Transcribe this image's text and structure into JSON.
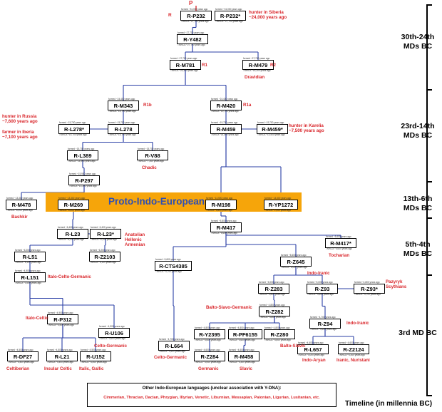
{
  "nodes": [
    {
      "id": "r_p232",
      "label": "R-P232",
      "meta_top": "formed ~31,000 years ago",
      "meta_bot": "TMRCA ~27,700 years ago"
    },
    {
      "id": "r_p232_star",
      "label": "R-P232*",
      "meta_top": "formed ~31,000 years ago",
      "meta_bot": "TMRCA ~27,700 years ago"
    },
    {
      "id": "r_y482",
      "label": "R-Y482",
      "meta_top": "formed ~27,700 years ago",
      "meta_bot": "TMRCA ~27,700 years ago"
    },
    {
      "id": "r_m781",
      "label": "R-M781",
      "meta_top": "formed ~27,700 years ago",
      "meta_bot": "TMRCA ~24,300 years ago"
    },
    {
      "id": "r_m479",
      "label": "R-M479",
      "meta_top": "formed ~27,700 years ago",
      "meta_bot": "TMRCA ~16,300 years ago"
    },
    {
      "id": "r_m343",
      "label": "R-M343",
      "meta_top": "formed ~24,400 years ago",
      "meta_bot": "TMRCA ~15,700 years ago"
    },
    {
      "id": "r_m420",
      "label": "R-M420",
      "meta_top": "formed ~24,400 years ago",
      "meta_bot": "TMRCA ~19,700 years ago"
    },
    {
      "id": "r_l278_star",
      "label": "R-L278*",
      "meta_top": "formed ~15,700 years ago",
      "meta_bot": "TMRCA ~15,700 years ago"
    },
    {
      "id": "r_l278",
      "label": "R-L278",
      "meta_top": "formed ~15,700 years ago",
      "meta_bot": "TMRCA ~15,700 years ago"
    },
    {
      "id": "r_m459",
      "label": "R-M459",
      "meta_top": "formed ~19,700 years ago",
      "meta_bot": "TMRCA ~14,500 years ago"
    },
    {
      "id": "r_m459_star",
      "label": "R-M459*",
      "meta_top": "formed ~19,700 years ago",
      "meta_bot": "TMRCA ~14,500 years ago"
    },
    {
      "id": "r_l389",
      "label": "R-L389",
      "meta_top": "formed ~15,700 years ago",
      "meta_bot": "TMRCA ~15,900 years ago"
    },
    {
      "id": "r_v88",
      "label": "R-V88",
      "meta_top": "formed ~15,700 years ago",
      "meta_bot": "TMRCA ~7,300 years ago"
    },
    {
      "id": "r_p297",
      "label": "R-P297",
      "meta_top": "formed ~15,900 years ago",
      "meta_bot": "TMRCA ~13,300 years ago"
    },
    {
      "id": "r_m478",
      "label": "R-M478",
      "meta_top": "formed ~13,300 years ago",
      "meta_bot": "TMRCA ~6,900 years ago"
    },
    {
      "id": "r_m269",
      "label": "R-M269",
      "meta_top": "formed ~13,300 years ago",
      "meta_bot": "TMRCA ~6,400 years ago"
    },
    {
      "id": "r_m198",
      "label": "R-M198",
      "meta_top": "formed ~14,500 years ago",
      "meta_bot": "TMRCA ~5,800 years ago"
    },
    {
      "id": "r_yp1272",
      "label": "R-YP1272",
      "meta_top": "formed ~14,500 years ago",
      "meta_bot": "TMRCA ~2,000 years ago"
    },
    {
      "id": "r_l23",
      "label": "R-L23",
      "meta_top": "formed ~6,400 years ago",
      "meta_bot": "TMRCA ~6,200 years ago"
    },
    {
      "id": "r_l23_star",
      "label": "R-L23*",
      "meta_top": "formed ~6,400 years ago",
      "meta_bot": "TMRCA ~6,200 years ago"
    },
    {
      "id": "r_z2103",
      "label": "R-Z2103",
      "meta_top": "formed ~6,200 years ago",
      "meta_bot": "TMRCA ~5,100 years ago"
    },
    {
      "id": "r_m417",
      "label": "R-M417",
      "meta_top": "formed ~5,800 years ago",
      "meta_bot": "TMRCA ~5,600 years ago"
    },
    {
      "id": "r_m417_star",
      "label": "R-M417*",
      "meta_top": "formed ~5,600 years ago",
      "meta_bot": "TMRCA ~5,600 years ago"
    },
    {
      "id": "r_l51",
      "label": "R-L51",
      "meta_top": "formed ~6,200 years ago",
      "meta_bot": "TMRCA ~6,100 years ago"
    },
    {
      "id": "r_l151",
      "label": "R-L151",
      "meta_top": "formed ~4,900 years ago",
      "meta_bot": "TMRCA ~4,900 years ago"
    },
    {
      "id": "r_cts4385",
      "label": "R-CTS4385",
      "meta_top": "formed ~5,600 years ago",
      "meta_bot": "TMRCA ~4,700 years ago"
    },
    {
      "id": "r_z645",
      "label": "R-Z645",
      "meta_top": "formed ~5,600 years ago",
      "meta_bot": "TMRCA ~5,000 years ago"
    },
    {
      "id": "r_z283",
      "label": "R-Z283",
      "meta_top": "formed ~5,000 years ago",
      "meta_bot": "TMRCA ~4,800 years ago"
    },
    {
      "id": "r_z93",
      "label": "R-Z93",
      "meta_top": "formed ~5,000 years ago",
      "meta_bot": "TMRCA ~4,800 years ago"
    },
    {
      "id": "r_z93_star",
      "label": "R-Z93*",
      "meta_top": "formed ~4,800 years ago",
      "meta_bot": "TMRCA ~4,700 years ago"
    },
    {
      "id": "r_z282",
      "label": "R-Z282",
      "meta_top": "formed ~4,800 years ago",
      "meta_bot": "TMRCA ~4,800 years ago"
    },
    {
      "id": "r_p312",
      "label": "R-P312",
      "meta_top": "formed ~4,900 years ago",
      "meta_bot": "TMRCA ~4,500 years ago"
    },
    {
      "id": "r_z94",
      "label": "R-Z94",
      "meta_top": "formed ~4,700 years ago",
      "meta_bot": "TMRCA ~4,600 years ago"
    },
    {
      "id": "r_u106",
      "label": "R-U106",
      "meta_top": "formed ~4,900 years ago",
      "meta_bot": "TMRCA ~4,600 years ago"
    },
    {
      "id": "r_y2395",
      "label": "R-Y2395",
      "meta_top": "formed ~4,800 years ago",
      "meta_bot": "TMRCA ~4,600 years ago"
    },
    {
      "id": "r_pf6155",
      "label": "R-PF6155",
      "meta_top": "formed ~4,800 years ago",
      "meta_bot": "TMRCA ~4,600 years ago"
    },
    {
      "id": "r_z280",
      "label": "R-Z280",
      "meta_top": "formed ~4,800 years ago",
      "meta_bot": "TMRCA ~4,600 years ago"
    },
    {
      "id": "r_l664",
      "label": "R-L664",
      "meta_top": "formed ~4,700 years ago",
      "meta_bot": "TMRCA ~4,500 years ago"
    },
    {
      "id": "r_df27",
      "label": "R-DF27",
      "meta_top": "formed ~4,500 years ago",
      "meta_bot": "TMRCA ~4,400 years ago"
    },
    {
      "id": "r_l21",
      "label": "R-L21",
      "meta_top": "formed ~4,500 years ago",
      "meta_bot": "TMRCA ~4,400 years ago"
    },
    {
      "id": "r_u152",
      "label": "R-U152",
      "meta_top": "formed ~4,500 years ago",
      "meta_bot": "TMRCA ~4,400 years ago"
    },
    {
      "id": "r_z284",
      "label": "R-Z284",
      "meta_top": "formed ~4,600 years ago",
      "meta_bot": "TMRCA ~4,000 years ago"
    },
    {
      "id": "r_m458",
      "label": "R-M458",
      "meta_top": "formed ~4,600 years ago",
      "meta_bot": "TMRCA ~4,300 years ago"
    },
    {
      "id": "r_l657",
      "label": "R-L657",
      "meta_top": "formed ~4,600 years ago",
      "meta_bot": "TMRCA ~4,000 years ago"
    },
    {
      "id": "r_z2124",
      "label": "R-Z2124",
      "meta_top": "formed ~4,600 years ago",
      "meta_bot": "TMRCA ~4,300 years ago"
    }
  ],
  "labels": [
    {
      "id": "root_p",
      "text": "P"
    },
    {
      "id": "r",
      "text": "R"
    },
    {
      "id": "r1",
      "text": "R1"
    },
    {
      "id": "r2",
      "text": "R2"
    },
    {
      "id": "r1b",
      "text": "R1b"
    },
    {
      "id": "r1a",
      "text": "R1a"
    },
    {
      "id": "siberia",
      "text": "hunter in Siberia\n~24,000 years ago"
    },
    {
      "id": "dravidian",
      "text": "Dravidian"
    },
    {
      "id": "russia",
      "text": "hunter in Russia\n~7,600 years ago"
    },
    {
      "id": "iberia",
      "text": "farmer in Iberia\n~7,100 years ago"
    },
    {
      "id": "karelia",
      "text": "hunter in Karelia\n~7,500 years ago"
    },
    {
      "id": "chadic",
      "text": "Chadic"
    },
    {
      "id": "bashkir",
      "text": "Bashkir"
    },
    {
      "id": "anatolian",
      "text": "Anatolian\nHellenic\nArmenian"
    },
    {
      "id": "tocharian",
      "text": "Tocharian"
    },
    {
      "id": "italo_celto_germanic",
      "text": "Italo-Celto-Germanic"
    },
    {
      "id": "indo_iranic_top",
      "text": "Indo-Iranic"
    },
    {
      "id": "pazyryk",
      "text": "Pazyryk\nScythians"
    },
    {
      "id": "balto_slavo_germanic",
      "text": "Balto-Slavo-Germanic"
    },
    {
      "id": "italo_celtic",
      "text": "Italo-Celtic"
    },
    {
      "id": "indo_iranic_mid",
      "text": "Indo-Iranic"
    },
    {
      "id": "celto_germanic_1",
      "text": "Celto-Germanic"
    },
    {
      "id": "celto_germanic_2",
      "text": "Celto-Germanic"
    },
    {
      "id": "balto_slavic",
      "text": "Balto-Slavic"
    },
    {
      "id": "celtiberian",
      "text": "Celtiberian"
    },
    {
      "id": "insular_celtic",
      "text": "Insular Celtic"
    },
    {
      "id": "italic_gallic",
      "text": "Italic, Gallic"
    },
    {
      "id": "germanic",
      "text": "Germanic"
    },
    {
      "id": "slavic",
      "text": "Slavic"
    },
    {
      "id": "indo_aryan",
      "text": "Indo-Aryan"
    },
    {
      "id": "iranic_nuristani",
      "text": "Iranic, Nuristani"
    }
  ],
  "highlight": {
    "text": "Proto-Indo-European",
    "color": "#f6a50a",
    "text_color": "#2f4fb4"
  },
  "eras": [
    {
      "id": "era1",
      "text": "30th-24th\nMDs BC"
    },
    {
      "id": "era2",
      "text": "23rd-14th\nMDs BC"
    },
    {
      "id": "era3",
      "text": "13th-6th\nMDs BC"
    },
    {
      "id": "era4",
      "text": "5th-4th\nMDs BC"
    },
    {
      "id": "era5",
      "text": "3rd MD BC"
    }
  ],
  "timeline_label": "Timeline (in millennia BC)",
  "footer": {
    "title": "Other Indo-European languages (unclear association with Y-DNA):",
    "languages": "Cimmerian, Thracian, Dacian, Phrygian, Illyrian, Venetic, Liburnian, Messapian, Paionian, Ligurian, Lusitanian, etc."
  },
  "colors": {
    "line": "#2b3fa6",
    "red": "#d9262b",
    "root": "#d9262b"
  }
}
